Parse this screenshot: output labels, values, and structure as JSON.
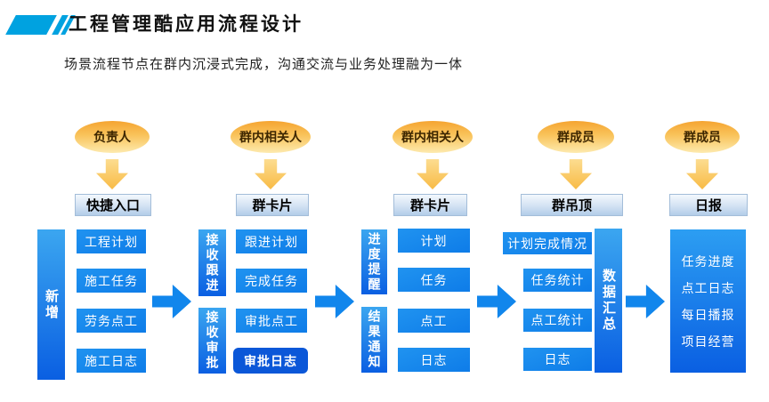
{
  "header": {
    "title": "工程管理酷应用流程设计",
    "subtitle": "场景流程节点在群内沉浸式完成，沟通交流与业务处理融为一体"
  },
  "colors": {
    "accent_cyan": "#00a2e0",
    "item_blue": "#1385ec",
    "bar_blue_top": "#3ba6f0",
    "bar_blue_bottom": "#0a5fe2",
    "dark_item_blue": "#0b57d8",
    "arrow_blue": "#1186ec",
    "oval_gold_top": "#f5a431",
    "oval_gold_bottom": "#fdeaae",
    "gold_arrow": "#f8bb45",
    "entry_box_top": "#f3f8fd",
    "entry_box_bottom": "#b2cde9"
  },
  "actors": [
    {
      "role": "负责人",
      "entry": "快捷入口"
    },
    {
      "role": "群内相关人",
      "entry": "群卡片"
    },
    {
      "role": "群内相关人",
      "entry": "群卡片"
    },
    {
      "role": "群成员",
      "entry": "群吊顶"
    },
    {
      "role": "群成员",
      "entry": "日报"
    }
  ],
  "flow": {
    "stage1": {
      "bar": "新增",
      "items": [
        "工程计划",
        "施工任务",
        "劳务点工",
        "施工日志"
      ]
    },
    "stage2": {
      "bar_top": "接收跟进",
      "bar_bottom": "接收审批",
      "items": [
        "跟进计划",
        "完成任务",
        "审批点工",
        "审批日志"
      ]
    },
    "stage3": {
      "bar_top": "进度提醒",
      "bar_bottom": "结果通知",
      "items": [
        "计划",
        "任务",
        "点工",
        "日志"
      ]
    },
    "stage4": {
      "bar": "数据汇总",
      "items": [
        "计划完成情况",
        "任务统计",
        "点工统计",
        "日志"
      ]
    },
    "stage5": {
      "lines": [
        "任务进度",
        "点工日志",
        "每日播报",
        "项目经营"
      ]
    }
  }
}
